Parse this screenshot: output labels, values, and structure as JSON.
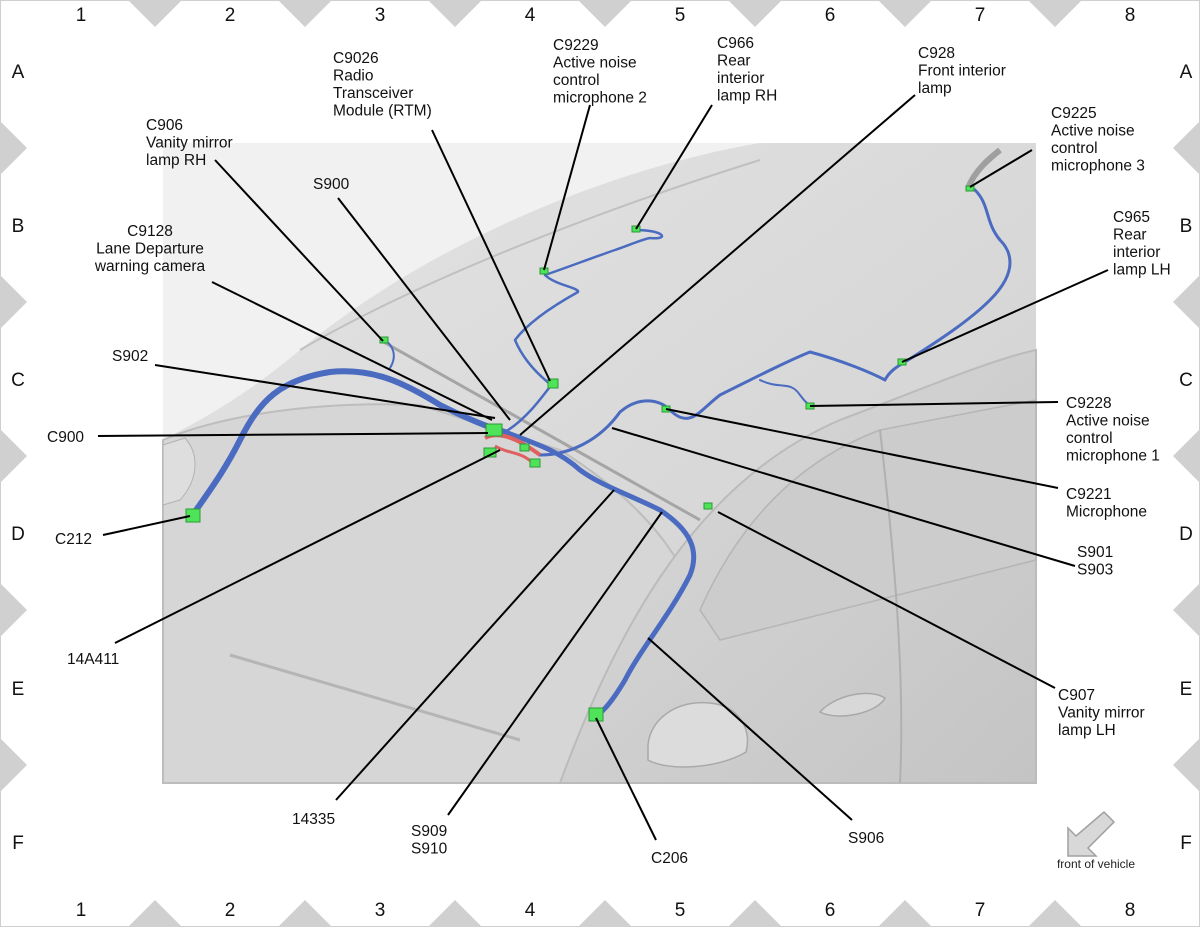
{
  "grid": {
    "columns": [
      "1",
      "2",
      "3",
      "4",
      "5",
      "6",
      "7",
      "8"
    ],
    "rows": [
      "A",
      "B",
      "C",
      "D",
      "E",
      "F"
    ]
  },
  "callouts": [
    {
      "id": "c9026",
      "lines": [
        "C9026",
        "Radio",
        "Transceiver",
        "Module (RTM)"
      ]
    },
    {
      "id": "c9229",
      "lines": [
        "C9229",
        "Active noise",
        "control",
        "microphone 2"
      ]
    },
    {
      "id": "c966",
      "lines": [
        "C966",
        "Rear",
        "interior",
        "lamp RH"
      ]
    },
    {
      "id": "c928",
      "lines": [
        "C928",
        "Front interior",
        "lamp"
      ]
    },
    {
      "id": "c9225",
      "lines": [
        "C9225",
        "Active noise",
        "control",
        "microphone 3"
      ]
    },
    {
      "id": "c906",
      "lines": [
        "C906",
        "Vanity mirror",
        "lamp RH"
      ]
    },
    {
      "id": "s900",
      "lines": [
        "S900"
      ]
    },
    {
      "id": "c9128",
      "lines": [
        "C9128",
        "Lane Departure",
        "warning camera"
      ]
    },
    {
      "id": "c965",
      "lines": [
        "C965",
        "Rear",
        "interior",
        "lamp LH"
      ]
    },
    {
      "id": "s902",
      "lines": [
        "S902"
      ]
    },
    {
      "id": "c900",
      "lines": [
        "C900"
      ]
    },
    {
      "id": "c9228",
      "lines": [
        "C9228",
        "Active noise",
        "control",
        "microphone 1"
      ]
    },
    {
      "id": "c9221",
      "lines": [
        "C9221",
        "Microphone"
      ]
    },
    {
      "id": "c212",
      "lines": [
        "C212"
      ]
    },
    {
      "id": "s901-s903",
      "lines": [
        "S901",
        "S903"
      ]
    },
    {
      "id": "14a411",
      "lines": [
        "14A411"
      ]
    },
    {
      "id": "c907",
      "lines": [
        "C907",
        "Vanity mirror",
        "lamp LH"
      ]
    },
    {
      "id": "14335",
      "lines": [
        "14335"
      ]
    },
    {
      "id": "s909-s910",
      "lines": [
        "S909",
        "S910"
      ]
    },
    {
      "id": "c206",
      "lines": [
        "C206"
      ]
    },
    {
      "id": "s906",
      "lines": [
        "S906"
      ]
    }
  ],
  "orientation": {
    "label": "front of vehicle",
    "icon": "arrow-down-left-icon"
  },
  "colors": {
    "harness": "#4a6bc0",
    "connector": "#4fe35a",
    "splice": "#e06060",
    "border": "#d0d0d0"
  }
}
